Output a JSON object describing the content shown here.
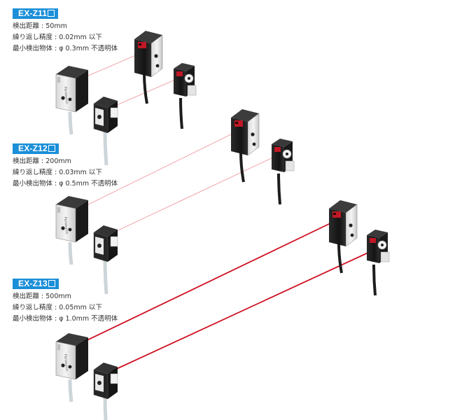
{
  "models": [
    {
      "name": "EX-Z11",
      "specs": [
        "検出距離 : 50mm",
        "繰り返し精度 : 0.02mm 以下",
        "最小検出物体 : φ 0.3mm 不透明体"
      ]
    },
    {
      "name": "EX-Z12",
      "specs": [
        "検出距離 : 200mm",
        "繰り返し精度 : 0.03mm 以下",
        "最小検出物体 : φ 0.5mm 不透明体"
      ]
    },
    {
      "name": "EX-Z13",
      "specs": [
        "検出距離 : 500mm",
        "繰り返し精度 : 0.05mm 以下",
        "最小検出物体 : φ 1.0mm 不透明体"
      ]
    }
  ],
  "colors": {
    "badge_bg": "#1b8fd8",
    "beam_strong": "#d01020",
    "beam_faint": "#f09098",
    "sensor_body": "#1e1e1e",
    "sensor_window": "#c01825"
  }
}
